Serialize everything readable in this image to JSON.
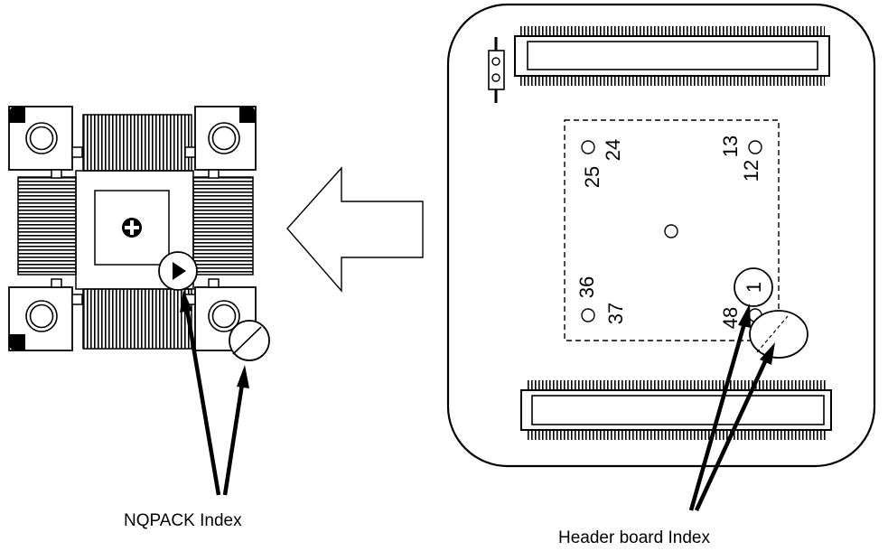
{
  "captions": {
    "nqpack_index": "NQPACK Index",
    "header_board_index": "Header board Index"
  },
  "pin_labels": {
    "p1": "1",
    "p12": "12",
    "p13": "13",
    "p24": "24",
    "p25": "25",
    "p36": "36",
    "p37": "37",
    "p48": "48"
  },
  "colors": {
    "line": "#000000",
    "background": "#ffffff"
  }
}
